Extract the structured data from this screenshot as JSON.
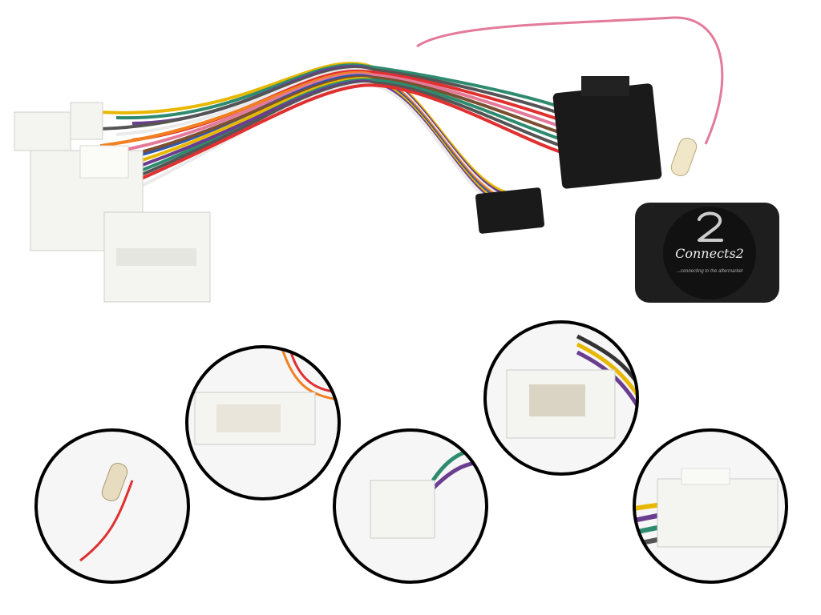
{
  "product": {
    "module_logo": "Connects2",
    "module_tagline": "...connecting to the aftermarket"
  },
  "colors": {
    "wire_colors": [
      "#e8b800",
      "#2e8b6f",
      "#6a3d8f",
      "#555555",
      "#ffffff",
      "#e03030",
      "#f08020",
      "#e37a9a",
      "#3355aa",
      "#7a5030"
    ],
    "connector_white": "#f4f4f0",
    "connector_black": "#1a1a1a",
    "module_black": "#1e1e1e",
    "circle_border": "#000000"
  },
  "detail_views": [
    "bullet-terminal",
    "white-connector-large",
    "white-connector-small",
    "white-connector-pins",
    "white-connector-side"
  ]
}
